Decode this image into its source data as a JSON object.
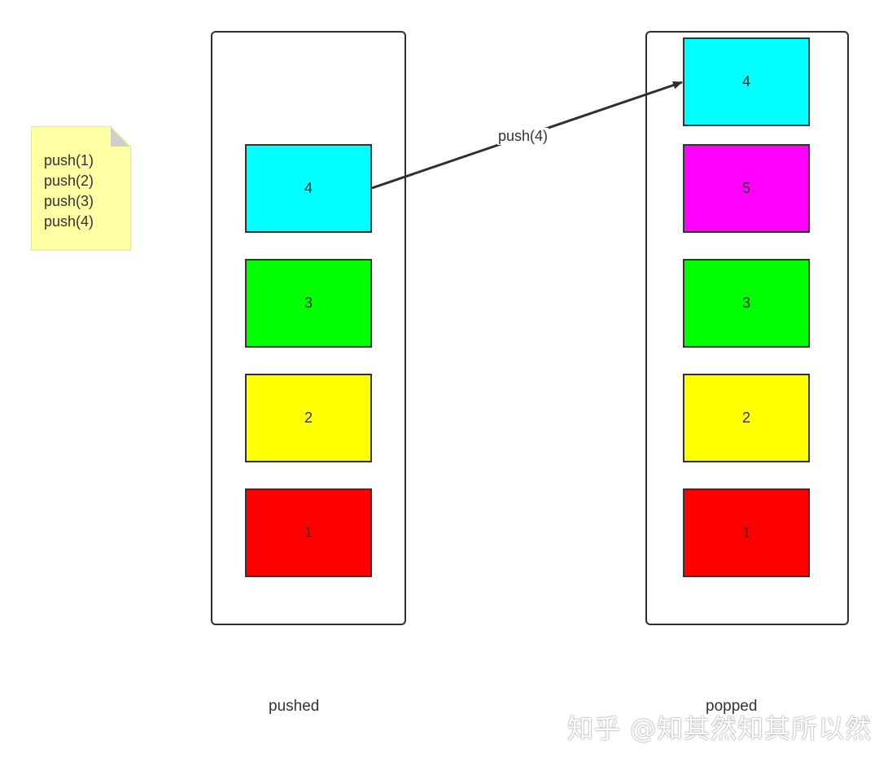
{
  "note": {
    "lines": [
      "push(1)",
      "push(2)",
      "push(3)",
      "push(4)"
    ]
  },
  "pushed": {
    "caption": "pushed",
    "boxes": [
      {
        "label": "4",
        "color": "#00ffff"
      },
      {
        "label": "3",
        "color": "#00ff00"
      },
      {
        "label": "2",
        "color": "#ffff00"
      },
      {
        "label": "1",
        "color": "#ff0000"
      }
    ]
  },
  "popped": {
    "caption": "popped",
    "boxes": [
      {
        "label": "4",
        "color": "#00ffff"
      },
      {
        "label": "5",
        "color": "#ff00ff"
      },
      {
        "label": "3",
        "color": "#00ff00"
      },
      {
        "label": "2",
        "color": "#ffff00"
      },
      {
        "label": "1",
        "color": "#ff0000"
      }
    ]
  },
  "arrow": {
    "label": "push(4)"
  },
  "watermark": "知乎 @知其然知其所以然"
}
